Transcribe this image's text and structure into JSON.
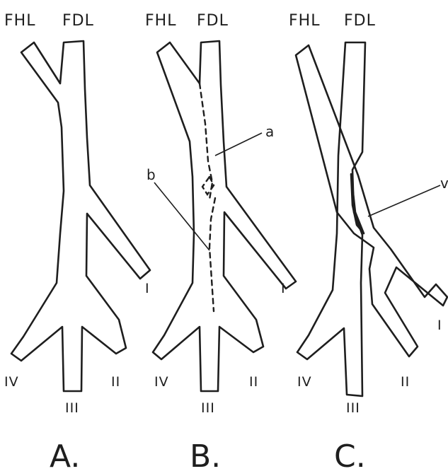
{
  "panels": [
    {
      "id": "A",
      "label": "A.",
      "tendons": {
        "left": "FHL",
        "right": "FDL"
      },
      "digits": {
        "d1": "I",
        "d2": "II",
        "d3": "III",
        "d4": "IV"
      },
      "annotations": []
    },
    {
      "id": "B",
      "label": "B.",
      "tendons": {
        "left": "FHL",
        "right": "FDL"
      },
      "digits": {
        "d1": "I",
        "d2": "II",
        "d3": "III",
        "d4": "IV"
      },
      "annotations": [
        {
          "key": "a",
          "text": "a"
        },
        {
          "key": "b",
          "text": "b"
        }
      ]
    },
    {
      "id": "C",
      "label": "C.",
      "tendons": {
        "left": "FHL",
        "right": "FDL"
      },
      "digits": {
        "d1": "I",
        "d2": "II",
        "d3": "III",
        "d4": "IV"
      },
      "annotations": [
        {
          "key": "v",
          "text": "v"
        }
      ]
    }
  ]
}
